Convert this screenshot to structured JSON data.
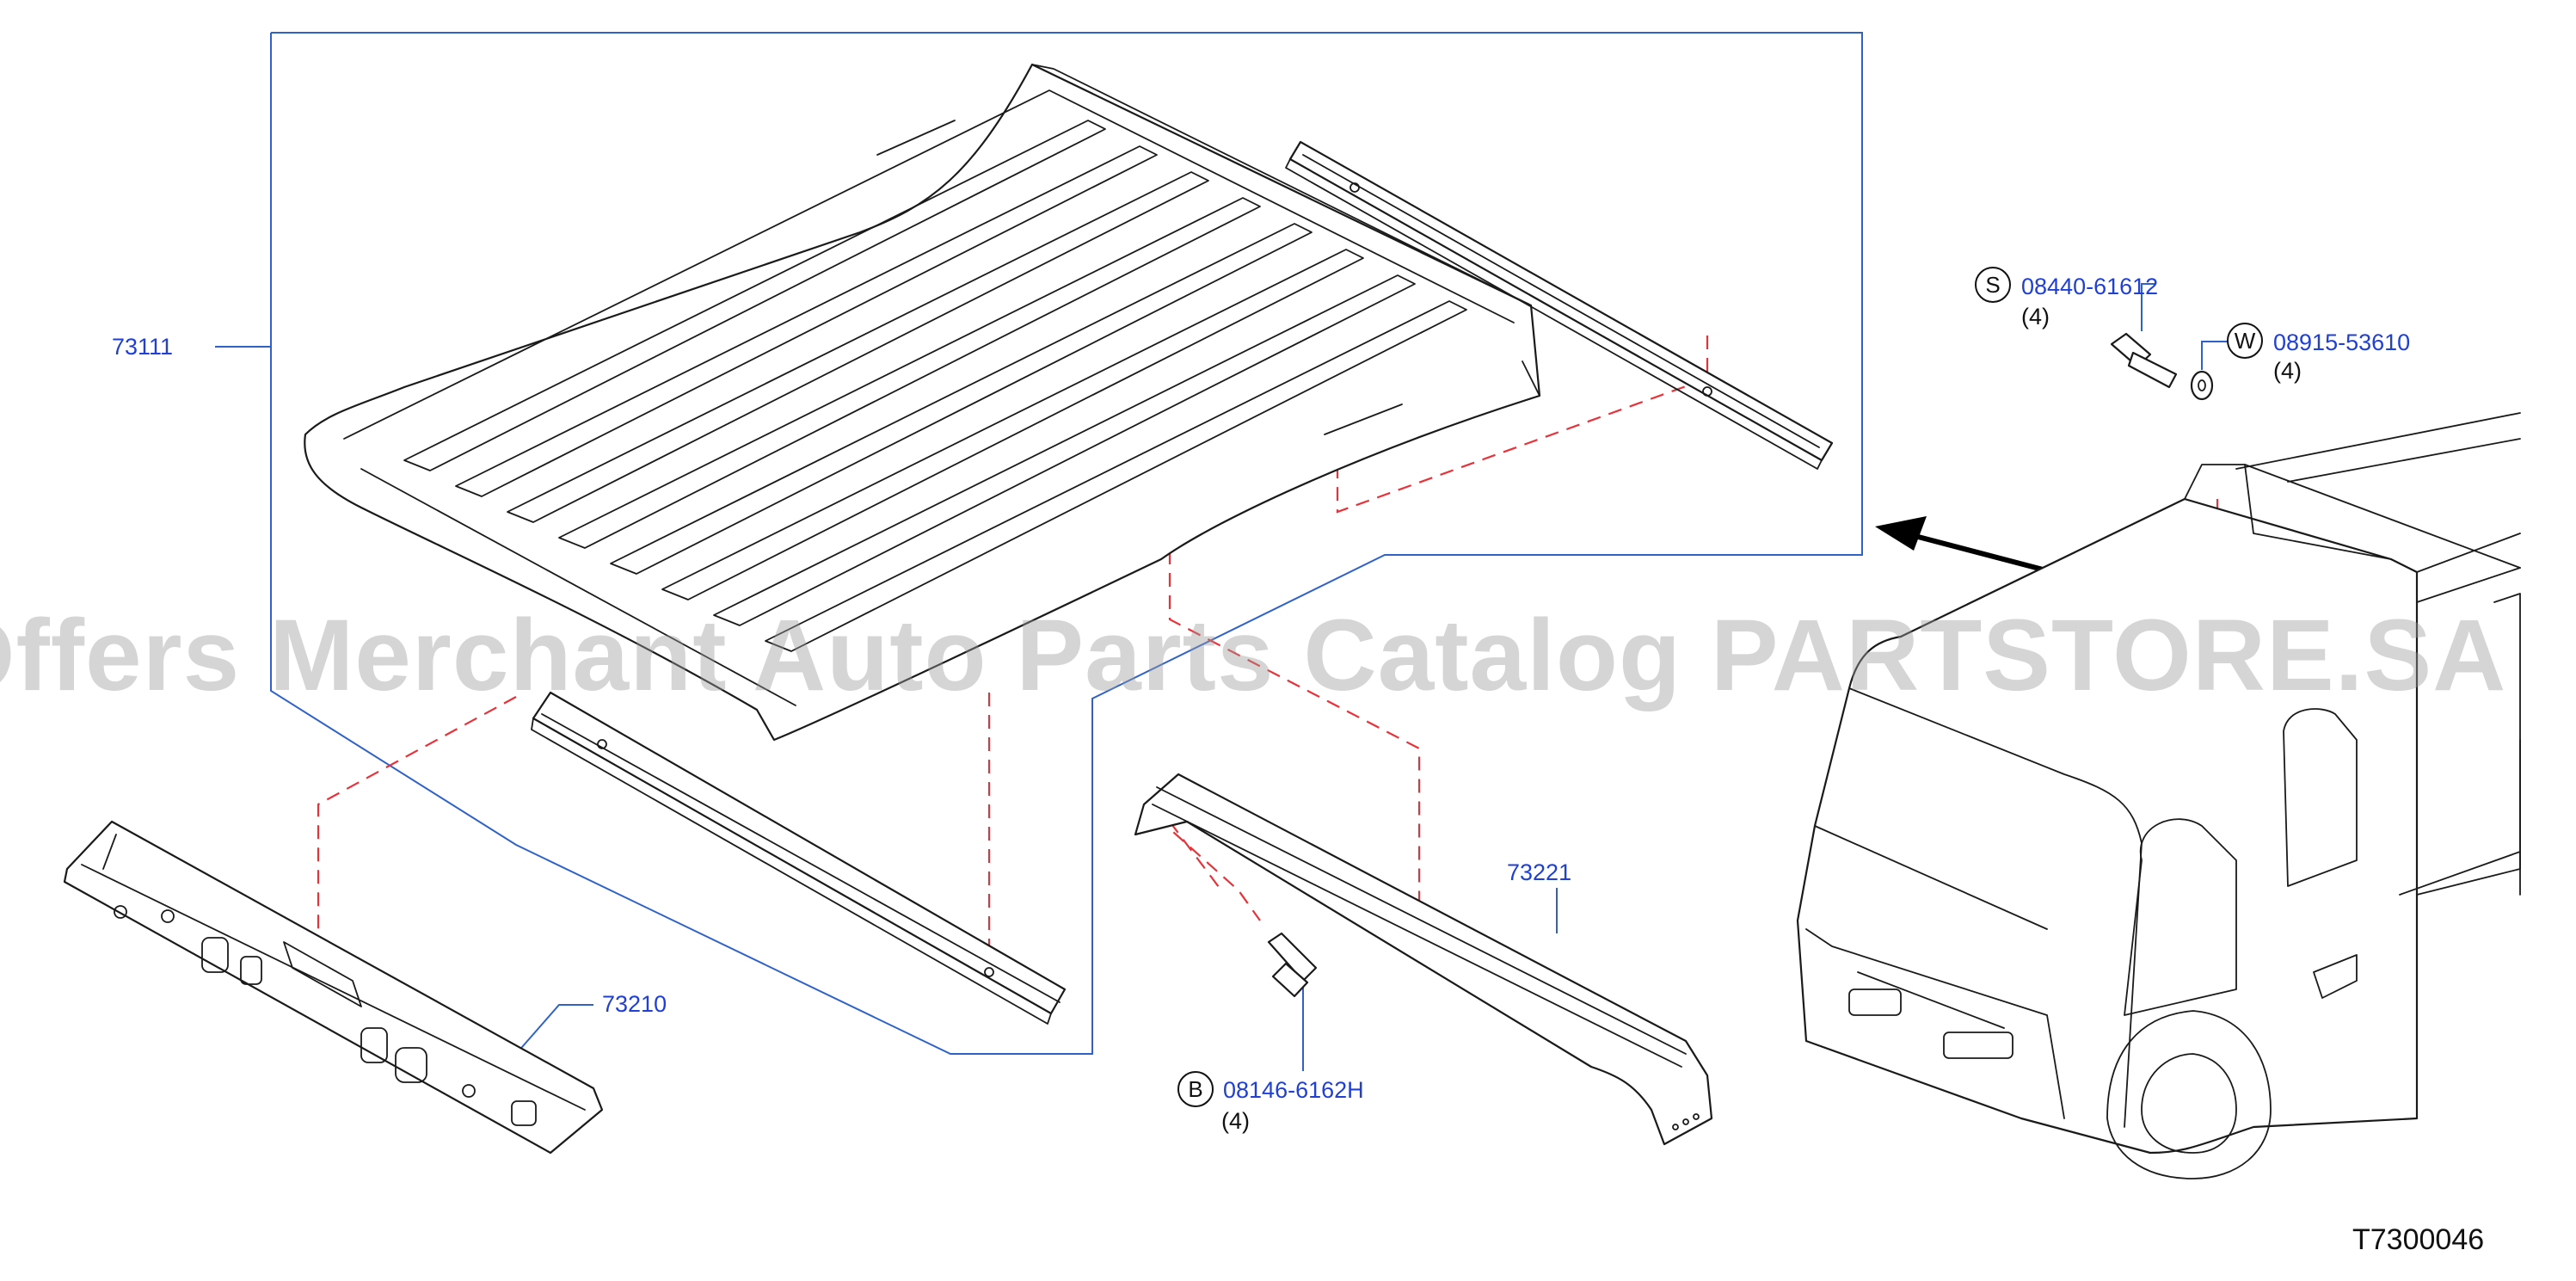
{
  "diagram": {
    "figure_code": "T7300046",
    "watermark": "Offers Merchant Auto Parts Catalog PARTSTORE.SA",
    "callouts": [
      {
        "id": "roof_panel",
        "part_number": "73111",
        "quantity": "",
        "badge": ""
      },
      {
        "id": "front_rail",
        "part_number": "73210",
        "quantity": "",
        "badge": ""
      },
      {
        "id": "rear_bow",
        "part_number": "73221",
        "quantity": "",
        "badge": ""
      },
      {
        "id": "bolt_b",
        "part_number": "08146-6162H",
        "quantity": "(4)",
        "badge": "B"
      },
      {
        "id": "screw_s",
        "part_number": "08440-61612",
        "quantity": "(4)",
        "badge": "S"
      },
      {
        "id": "washer_w",
        "part_number": "08915-53610",
        "quantity": "(4)",
        "badge": "W"
      }
    ],
    "colors": {
      "part_number_text": "#1f3fd6",
      "leader_line": "#2f62c8",
      "dashed_guide": "#e8323a",
      "line_art": "#1a1a1a",
      "watermark": "#9a9a9a"
    }
  }
}
